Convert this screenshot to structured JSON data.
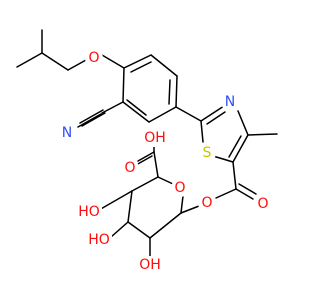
{
  "colors": {
    "bond": "#000000",
    "oxygen": "#ff0d0d",
    "nitrogen": "#3050f8",
    "sulfur": "#c6c600",
    "background": "#ffffff"
  },
  "labels": {
    "ether_o": "O",
    "nitrile_n": "N",
    "thiazole_n": "N",
    "thiazole_s": "S",
    "ester_carbonyl_o": "O",
    "ester_link_o": "O",
    "ring_o": "O",
    "acid_oh": "OH",
    "acid_carbonyl_o": "O",
    "oh_c4": "HO",
    "oh_c3": "HO",
    "oh_c2": "OH"
  }
}
